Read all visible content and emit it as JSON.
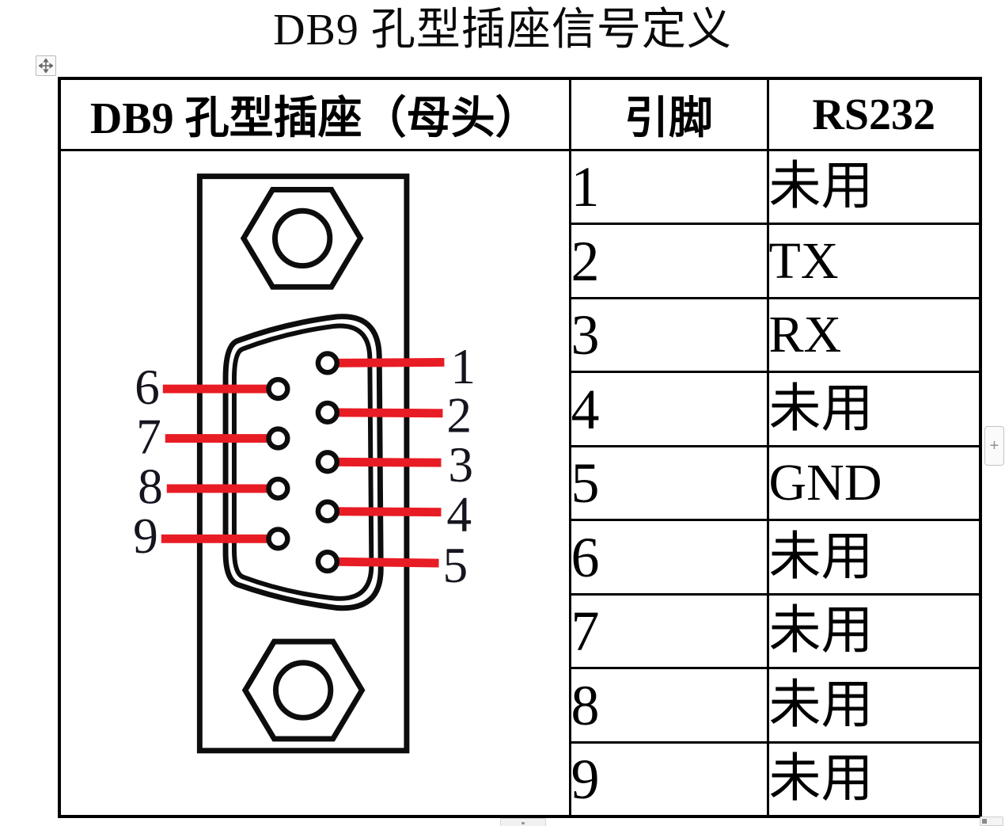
{
  "title": "DB9 孔型插座信号定义",
  "table": {
    "headers": {
      "connector": "DB9 孔型插座（母头）",
      "pin": "引脚",
      "signal": "RS232"
    },
    "rows": [
      {
        "pin": "1",
        "signal": "未用"
      },
      {
        "pin": "2",
        "signal": "TX"
      },
      {
        "pin": "3",
        "signal": "RX"
      },
      {
        "pin": "4",
        "signal": "未用"
      },
      {
        "pin": "5",
        "signal": "GND"
      },
      {
        "pin": "6",
        "signal": "未用"
      },
      {
        "pin": "7",
        "signal": "未用"
      },
      {
        "pin": "8",
        "signal": "未用"
      },
      {
        "pin": "9",
        "signal": "未用"
      }
    ]
  },
  "diagram": {
    "pin_labels_right": [
      "1",
      "2",
      "3",
      "4",
      "5"
    ],
    "pin_labels_left": [
      "6",
      "7",
      "8",
      "9"
    ],
    "line_color": "#e81c24"
  },
  "handles": {
    "insert_button_label": "+"
  }
}
